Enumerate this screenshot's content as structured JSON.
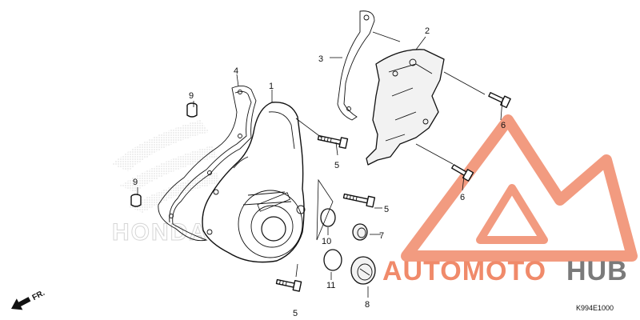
{
  "diagram": {
    "code": "K994E1000",
    "direction_label": "FR.",
    "callouts": [
      {
        "id": "c1",
        "text": "1"
      },
      {
        "id": "c2",
        "text": "2"
      },
      {
        "id": "c3",
        "text": "3"
      },
      {
        "id": "c4",
        "text": "4"
      },
      {
        "id": "c5a",
        "text": "5"
      },
      {
        "id": "c5b",
        "text": "5"
      },
      {
        "id": "c5c",
        "text": "5"
      },
      {
        "id": "c6a",
        "text": "6"
      },
      {
        "id": "c6b",
        "text": "6"
      },
      {
        "id": "c7",
        "text": "7"
      },
      {
        "id": "c8",
        "text": "8"
      },
      {
        "id": "c9a",
        "text": "9"
      },
      {
        "id": "c9b",
        "text": "9"
      },
      {
        "id": "c10",
        "text": "10"
      },
      {
        "id": "c11",
        "text": "11"
      }
    ]
  },
  "watermark": {
    "brand_part1": "AUTOMOTO",
    "brand_part2": "HUB",
    "color_primary": "#f08a6a",
    "color_secondary": "#7a7a7a"
  },
  "background_logo": "HONDA"
}
